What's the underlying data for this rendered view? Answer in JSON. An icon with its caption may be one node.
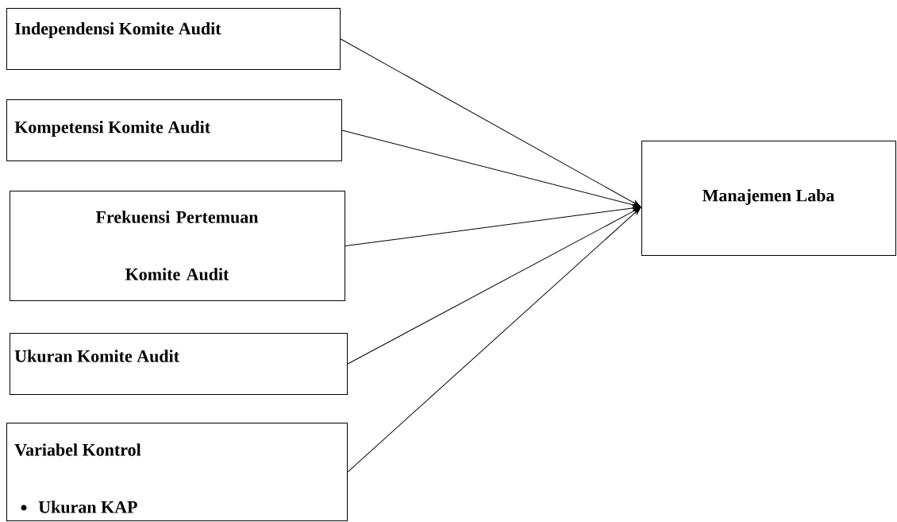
{
  "diagram": {
    "nodes": [
      {
        "text": [
          "Independensi Komite Audit"
        ]
      },
      {
        "text": [
          "Kompetensi Komite Audit"
        ]
      },
      {
        "text": [
          "Frekuensi Pertemuan Komite Audit"
        ]
      },
      {
        "text": [
          "Ukuran Komite Audit"
        ]
      },
      {
        "text": [
          "Variabel Kontrol",
          "Ukuran KAP"
        ]
      },
      {
        "text": [
          "Manajemen Laba"
        ]
      }
    ],
    "edges": [
      {
        "from": 0,
        "to": 5,
        "arrow": "to"
      },
      {
        "from": 1,
        "to": 5,
        "arrow": "to"
      },
      {
        "from": 2,
        "to": 5,
        "arrow": "to"
      },
      {
        "from": 3,
        "to": 5,
        "arrow": "to"
      },
      {
        "from": 4,
        "to": 5,
        "arrow": "to"
      }
    ]
  }
}
